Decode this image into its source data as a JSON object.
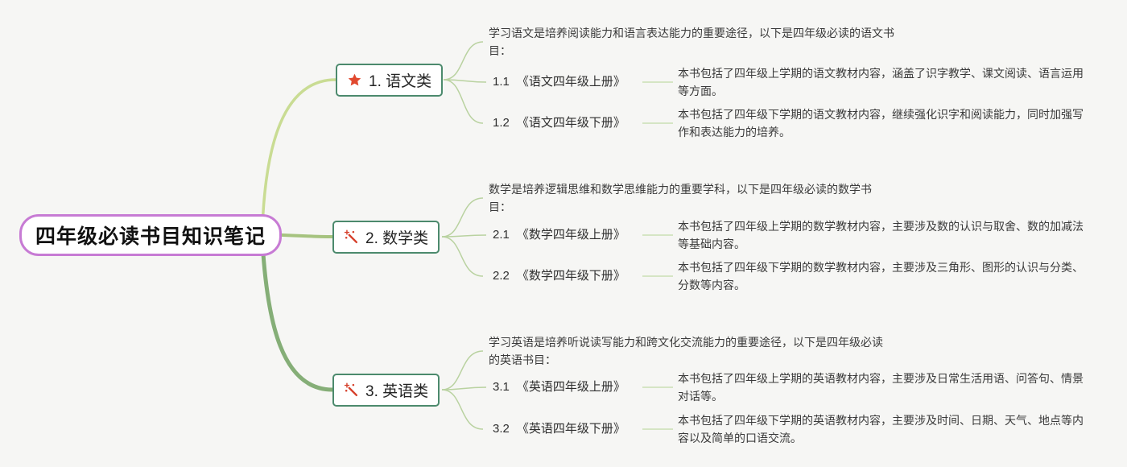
{
  "root": {
    "label": "四年级必读书目知识笔记"
  },
  "branches": [
    {
      "icon": "star-icon",
      "label": "1. 语文类",
      "intro": "学习语文是培养阅读能力和语言表达能力的重要途径，以下是四年级必读的语文书目：",
      "items": [
        {
          "num": "1.1",
          "title": "《语文四年级上册》",
          "desc": "本书包括了四年级上学期的语文教材内容，涵盖了识字教学、课文阅读、语言运用等方面。"
        },
        {
          "num": "1.2",
          "title": "《语文四年级下册》",
          "desc": "本书包括了四年级下学期的语文教材内容，继续强化识字和阅读能力，同时加强写作和表达能力的培养。"
        }
      ]
    },
    {
      "icon": "wand-icon",
      "label": "2. 数学类",
      "intro": "数学是培养逻辑思维和数学思维能力的重要学科，以下是四年级必读的数学书目：",
      "items": [
        {
          "num": "2.1",
          "title": "《数学四年级上册》",
          "desc": "本书包括了四年级上学期的数学教材内容，主要涉及数的认识与取舍、数的加减法等基础内容。"
        },
        {
          "num": "2.2",
          "title": "《数学四年级下册》",
          "desc": "本书包括了四年级下学期的数学教材内容，主要涉及三角形、图形的认识与分类、分数等内容。"
        }
      ]
    },
    {
      "icon": "wand-icon",
      "label": "3. 英语类",
      "intro": "学习英语是培养听说读写能力和跨文化交流能力的重要途径，以下是四年级必读的英语书目：",
      "items": [
        {
          "num": "3.1",
          "title": "《英语四年级上册》",
          "desc": "本书包括了四年级上学期的英语教材内容，主要涉及日常生活用语、问答句、情景对话等。"
        },
        {
          "num": "3.2",
          "title": "《英语四年级下册》",
          "desc": "本书包括了四年级下学期的英语教材内容，主要涉及时间、日期、天气、地点等内容以及简单的口语交流。"
        }
      ]
    }
  ],
  "colors": {
    "canvas_bg": "#f6f6f4",
    "root_border": "#c77bd4",
    "branch_border": "#4c8a6d",
    "star_icon": "#e1492f",
    "wand_icon": "#d6402b",
    "link_top": "#c9dc93",
    "link_mid": "#a6c37f",
    "link_bottom": "#85ae77",
    "child_link": "#b9d2a0",
    "row_connector": "#d5e5c4"
  }
}
